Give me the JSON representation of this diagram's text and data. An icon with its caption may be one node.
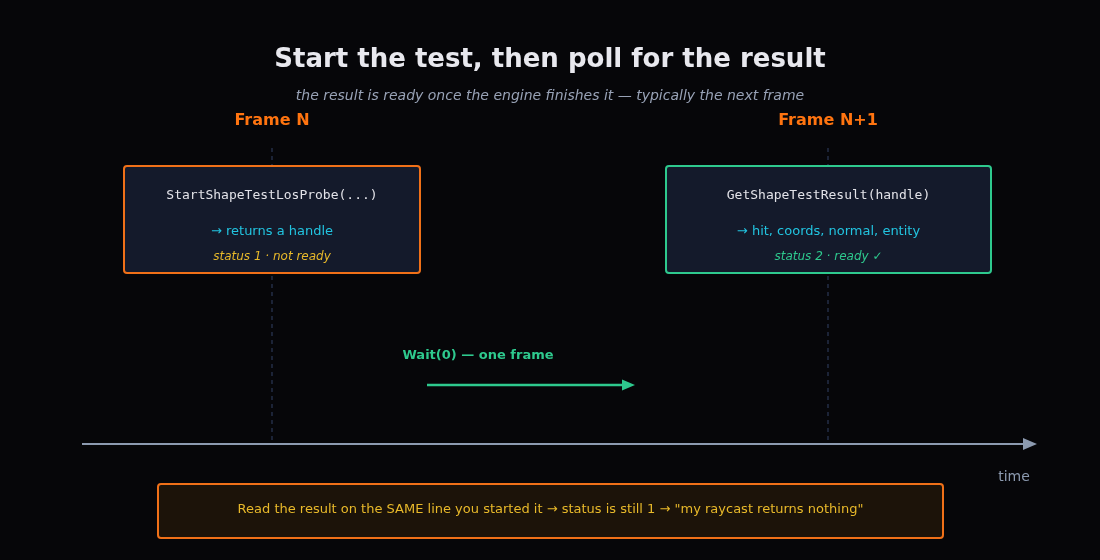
{
  "diagram": {
    "title": "Start the test, then poll for the result",
    "nodes": [
      {
        "text": [
          "StartShapeTestLosProbe(...)",
          "→ returns a handle",
          "status 1 · not ready"
        ]
      },
      {
        "text": [
          "GetShapeTestResult(handle)",
          "→ hit, coords, normal, entity",
          "status 2 · ready ✓"
        ]
      },
      {
        "text": [
          "Read the result on the SAME line you started it → status is still 1 → \"my raycast returns nothing\""
        ]
      }
    ],
    "labels": [
      "the result is ready once the engine finishes it — typically the next frame",
      "Frame N",
      "Frame N+1",
      "Wait(0) — one frame",
      "time"
    ]
  }
}
